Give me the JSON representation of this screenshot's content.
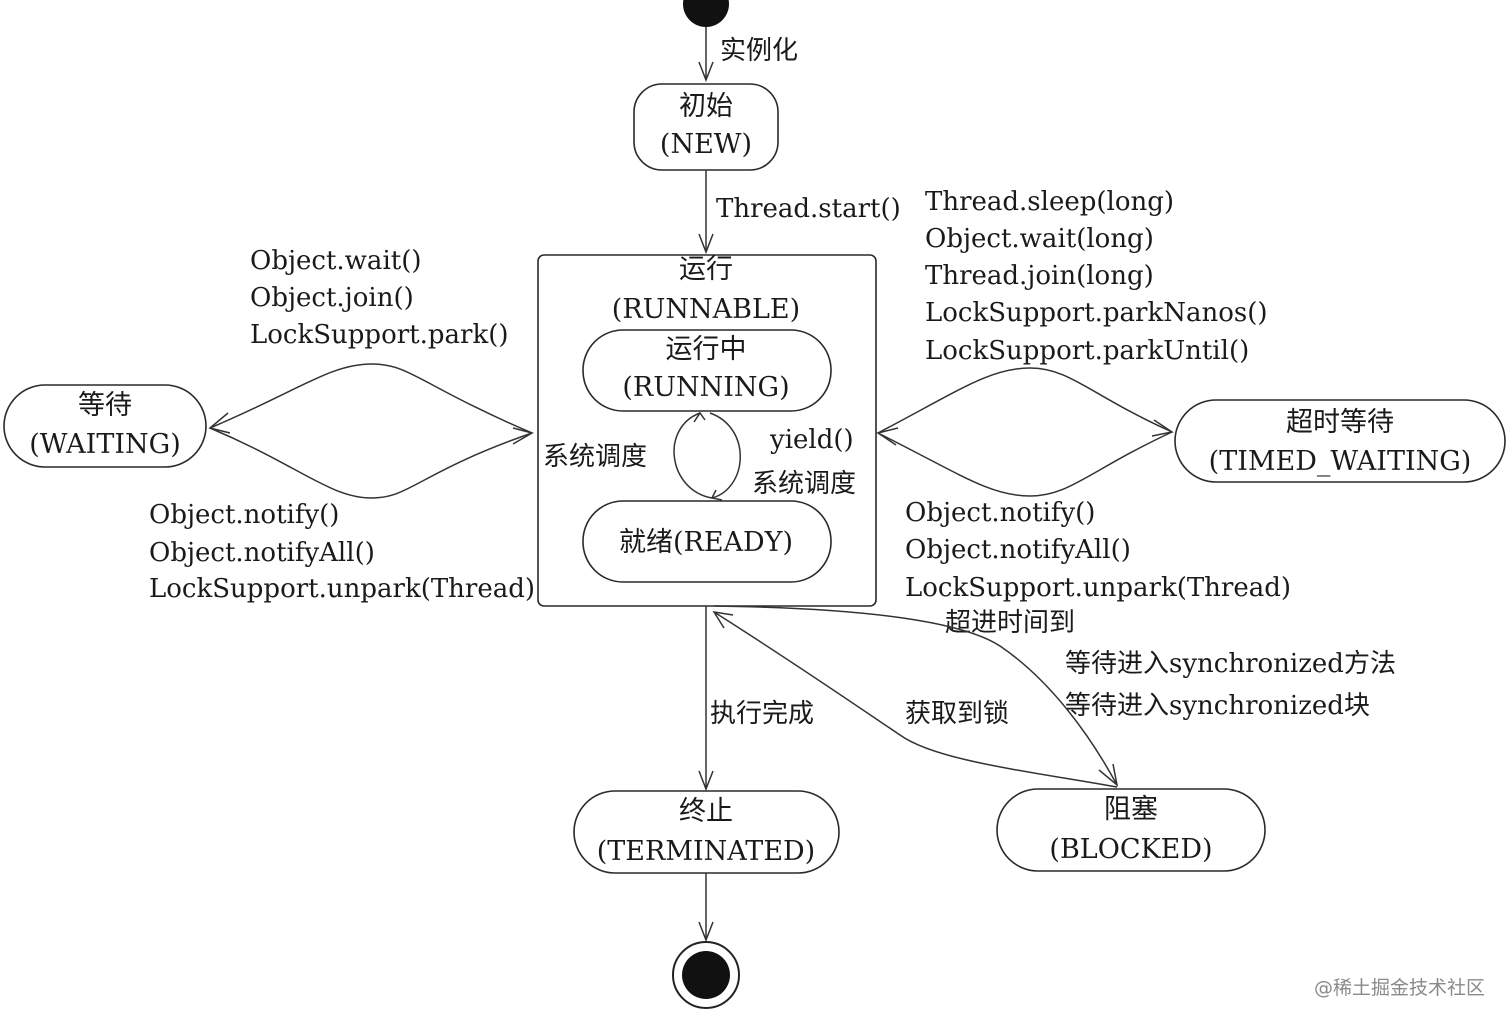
{
  "states": {
    "new": {
      "zh": "初始",
      "en": "(NEW)"
    },
    "runnable": {
      "zh": "运行",
      "en": "(RUNNABLE)"
    },
    "running": {
      "zh": "运行中",
      "en": "(RUNNING)"
    },
    "ready": {
      "label": "就绪(READY)"
    },
    "waiting": {
      "zh": "等待",
      "en": "(WAITING)"
    },
    "timed_waiting": {
      "zh": "超时等待",
      "en": "(TIMED_WAITING)"
    },
    "terminated": {
      "zh": "终止",
      "en": "(TERMINATED)"
    },
    "blocked": {
      "zh": "阻塞",
      "en": "(BLOCKED)"
    }
  },
  "transitions": {
    "instantiate": "实例化",
    "start": "Thread.start()",
    "to_waiting": [
      "Object.wait()",
      "Object.join()",
      "LockSupport.park()"
    ],
    "from_waiting": [
      "Object.notify()",
      "Object.notifyAll()",
      "LockSupport.unpark(Thread)"
    ],
    "to_timed_waiting": [
      "Thread.sleep(long)",
      "Object.wait(long)",
      "Thread.join(long)",
      "LockSupport.parkNanos()",
      "LockSupport.parkUntil()"
    ],
    "from_timed_waiting": [
      "Object.notify()",
      "Object.notifyAll()",
      "LockSupport.unpark(Thread)",
      "超进时间到"
    ],
    "running_to_ready": [
      "yield()",
      "系统调度"
    ],
    "ready_to_running": "系统调度",
    "complete": "执行完成",
    "acquire_lock": "获取到锁",
    "to_blocked": [
      "等待进入synchronized方法",
      "等待进入synchronized块"
    ]
  },
  "watermark": "@稀土掘金技术社区"
}
